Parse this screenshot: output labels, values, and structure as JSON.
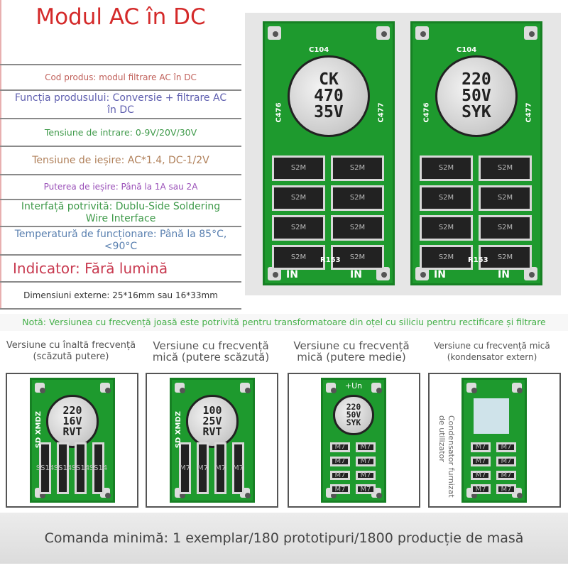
{
  "title": "Modul AC în DC",
  "specs": [
    {
      "text": "Cod produs: modul filtrare AC în DC",
      "color": "#c0605a"
    },
    {
      "text": "Funcția produsului: Conversie + filtrare AC în DC",
      "color": "#6060b0"
    },
    {
      "text": "Tensiune de intrare: 0-9V/20V/30V",
      "color": "#3f9a4a"
    },
    {
      "text": "Tensiune de ieșire: AC*1.4, DC-1/2V",
      "color": "#b0805a"
    },
    {
      "text": "Puterea de ieșire: Până la 1A sau 2A",
      "color": "#9a50b8"
    },
    {
      "text": "Interfață potrivită: Dublu-Side Soldering Wire Interface",
      "color": "#3f9a4a"
    },
    {
      "text": "Temperatură de funcționare: Până la 85°C, <90°C",
      "color": "#5a80b0"
    },
    {
      "text": "Indicator: Fără lumină",
      "color": "#c83a50"
    },
    {
      "text": "Dimensiuni externe: 25*16mm sau 16*33mm",
      "color": "#333333"
    }
  ],
  "top_boards": [
    {
      "cap": [
        "CK",
        "470",
        "35V"
      ],
      "c104": "C104",
      "c476": "C476",
      "c477": "C477",
      "diode": "S2M",
      "r": "R153",
      "in": "IN"
    },
    {
      "cap": [
        "220",
        "50V",
        "SYK"
      ],
      "c104": "C104",
      "c476": "C476",
      "c477": "C477",
      "diode": "S2M",
      "r": "R153",
      "in": "IN"
    }
  ],
  "note": "Notă: Versiunea cu frecvență joasă este potrivită pentru transformatoare din oțel cu siliciu pentru rectificare și filtrare",
  "versions": [
    {
      "label": "Versiune cu înaltă frecvență (scăzută putere)",
      "cap": [
        "220",
        "16V",
        "RVT"
      ],
      "diode": "SS14",
      "silk": "SD XMDZ"
    },
    {
      "label": "Versiune cu frecvență mică (putere scăzută)",
      "cap": [
        "100",
        "25V",
        "RVT"
      ],
      "diode": "M7",
      "silk": "SD XMDZ"
    },
    {
      "label": "Versiune cu frecvență mică (putere medie)",
      "cap": [
        "220",
        "50V",
        "SYK"
      ],
      "diode": "M7",
      "silk": "+Un"
    },
    {
      "label": "Versiune cu frecvență mică (kondensator extern)",
      "cap": null,
      "diode": "M7",
      "silk": ""
    }
  ],
  "user_capacitor_label": "Condensator furnizat de utilizator",
  "min_order": "Comanda minimă: 1 exemplar/180 prototipuri/1800 producție de masă",
  "colors": {
    "pcb": "#1e9a2e",
    "title": "#d42a2a",
    "note": "#46b04a"
  }
}
